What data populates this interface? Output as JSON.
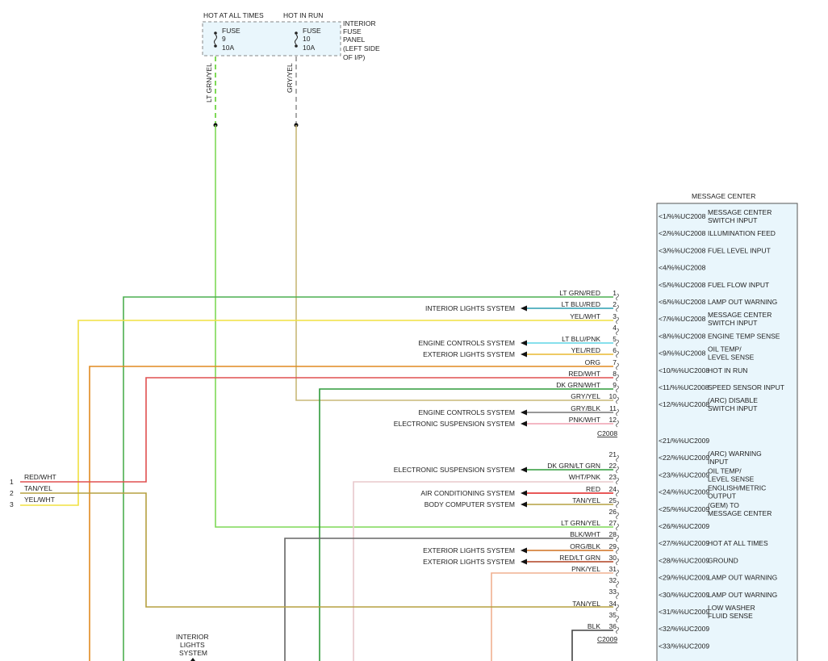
{
  "fuse_panel": {
    "hot_at_all_times": "HOT AT ALL TIMES",
    "hot_in_run": "HOT IN RUN",
    "fuse9": [
      "FUSE",
      "9",
      "10A"
    ],
    "fuse10": [
      "FUSE",
      "10",
      "10A"
    ],
    "panel_desc": [
      "INTERIOR",
      "FUSE",
      "PANEL",
      "(LEFT SIDE",
      "OF I/P)"
    ],
    "wire_left": "LT GRN/YEL",
    "wire_right": "GRY/YEL"
  },
  "message_center": {
    "title": "MESSAGE CENTER",
    "pins": [
      {
        "pin": "<1/%%UC2008",
        "desc": [
          "MESSAGE CENTER",
          "SWITCH INPUT"
        ]
      },
      {
        "pin": "<2/%%UC2008",
        "desc": [
          "ILLUMINATION FEED"
        ]
      },
      {
        "pin": "<3/%%UC2008",
        "desc": [
          "FUEL LEVEL INPUT"
        ]
      },
      {
        "pin": "<4/%%UC2008",
        "desc": []
      },
      {
        "pin": "<5/%%UC2008",
        "desc": [
          "FUEL FLOW INPUT"
        ]
      },
      {
        "pin": "<6/%%UC2008",
        "desc": [
          "LAMP OUT WARNING"
        ]
      },
      {
        "pin": "<7/%%UC2008",
        "desc": [
          "MESSAGE CENTER",
          "SWITCH INPUT"
        ]
      },
      {
        "pin": "<8/%%UC2008",
        "desc": [
          "ENGINE TEMP SENSE"
        ]
      },
      {
        "pin": "<9/%%UC2008",
        "desc": [
          "OIL TEMP/",
          "LEVEL SENSE"
        ]
      },
      {
        "pin": "<10/%%UC2008",
        "desc": [
          "HOT IN RUN"
        ]
      },
      {
        "pin": "<11/%%UC2008",
        "desc": [
          "SPEED SENSOR INPUT"
        ]
      },
      {
        "pin": "<12/%%UC2008",
        "desc": [
          "(ARC) DISABLE",
          "SWITCH INPUT"
        ]
      },
      {
        "pin": "<21/%%UC2009",
        "desc": []
      },
      {
        "pin": "<22/%%UC2009",
        "desc": [
          "(ARC) WARNING",
          "INPUT"
        ]
      },
      {
        "pin": "<23/%%UC2009",
        "desc": [
          "OIL TEMP/",
          "LEVEL SENSE"
        ]
      },
      {
        "pin": "<24/%%UC2009",
        "desc": [
          "ENGLISH/METRIC",
          "OUTPUT"
        ]
      },
      {
        "pin": "<25/%%UC2009",
        "desc": [
          "(GEM) TO",
          "MESSAGE CENTER"
        ]
      },
      {
        "pin": "<26/%%UC2009",
        "desc": []
      },
      {
        "pin": "<27/%%UC2009",
        "desc": [
          "HOT AT ALL TIMES"
        ]
      },
      {
        "pin": "<28/%%UC2009",
        "desc": [
          "GROUND"
        ]
      },
      {
        "pin": "<29/%%UC2009",
        "desc": [
          "LAMP OUT WARNING"
        ]
      },
      {
        "pin": "<30/%%UC2009",
        "desc": [
          "LAMP OUT WARNING"
        ]
      },
      {
        "pin": "<31/%%UC2009",
        "desc": [
          "LOW WASHER",
          "FLUID SENSE"
        ]
      },
      {
        "pin": "<32/%%UC2009",
        "desc": []
      },
      {
        "pin": "<33/%%UC2009",
        "desc": []
      }
    ]
  },
  "wires": [
    {
      "num": "1",
      "color": "LT GRN/RED",
      "dest": "",
      "stroke": "#4caf50"
    },
    {
      "num": "2",
      "color": "LT BLU/RED",
      "dest": "INTERIOR LIGHTS SYSTEM",
      "stroke": "#2a9db0"
    },
    {
      "num": "3",
      "color": "YEL/WHT",
      "dest": "",
      "stroke": "#f0e040"
    },
    {
      "num": "4",
      "color": "",
      "dest": "",
      "stroke": ""
    },
    {
      "num": "5",
      "color": "LT BLU/PNK",
      "dest": "ENGINE CONTROLS SYSTEM",
      "stroke": "#5fd6e6"
    },
    {
      "num": "6",
      "color": "YEL/RED",
      "dest": "EXTERIOR LIGHTS SYSTEM",
      "stroke": "#e8b830"
    },
    {
      "num": "7",
      "color": "ORG",
      "dest": "",
      "stroke": "#e08a20"
    },
    {
      "num": "8",
      "color": "RED/WHT",
      "dest": "",
      "stroke": "#e05050"
    },
    {
      "num": "9",
      "color": "DK GRN/WHT",
      "dest": "",
      "stroke": "#2e9b3a"
    },
    {
      "num": "10",
      "color": "GRY/YEL",
      "dest": "",
      "stroke": "#c8b878"
    },
    {
      "num": "11",
      "color": "GRY/BLK",
      "dest": "ENGINE CONTROLS SYSTEM",
      "stroke": "#777777"
    },
    {
      "num": "12",
      "color": "PNK/WHT",
      "dest": "ELECTRONIC SUSPENSION SYSTEM",
      "stroke": "#f0a0b0"
    },
    {
      "num": "21",
      "color": "",
      "dest": "",
      "stroke": ""
    },
    {
      "num": "22",
      "color": "DK GRN/LT GRN",
      "dest": "ELECTRONIC SUSPENSION SYSTEM",
      "stroke": "#2e9b3a"
    },
    {
      "num": "23",
      "color": "WHT/PNK",
      "dest": "",
      "stroke": "#e8c8cc"
    },
    {
      "num": "24",
      "color": "RED",
      "dest": "AIR CONDITIONING SYSTEM",
      "stroke": "#e02020"
    },
    {
      "num": "25",
      "color": "TAN/YEL",
      "dest": "BODY COMPUTER SYSTEM",
      "stroke": "#b5a040"
    },
    {
      "num": "26",
      "color": "",
      "dest": "",
      "stroke": ""
    },
    {
      "num": "27",
      "color": "LT GRN/YEL",
      "dest": "",
      "stroke": "#7ed957"
    },
    {
      "num": "28",
      "color": "BLK/WHT",
      "dest": "",
      "stroke": "#666666"
    },
    {
      "num": "29",
      "color": "ORG/BLK",
      "dest": "EXTERIOR LIGHTS SYSTEM",
      "stroke": "#d07020"
    },
    {
      "num": "30",
      "color": "RED/LT GRN",
      "dest": "EXTERIOR LIGHTS SYSTEM",
      "stroke": "#b04020"
    },
    {
      "num": "31",
      "color": "PNK/YEL",
      "dest": "",
      "stroke": "#f0b090"
    },
    {
      "num": "32",
      "color": "",
      "dest": "",
      "stroke": ""
    },
    {
      "num": "33",
      "color": "",
      "dest": "",
      "stroke": ""
    },
    {
      "num": "34",
      "color": "TAN/YEL",
      "dest": "",
      "stroke": "#b5a040"
    },
    {
      "num": "35",
      "color": "",
      "dest": "",
      "stroke": ""
    },
    {
      "num": "36",
      "color": "BLK",
      "dest": "",
      "stroke": "#444444"
    }
  ],
  "connectors": {
    "c2008": "C2008",
    "c2009": "C2009"
  },
  "left_terminals": [
    {
      "num": "1",
      "color": "RED/WHT",
      "stroke": "#e05050"
    },
    {
      "num": "2",
      "color": "TAN/YEL",
      "stroke": "#b5a040"
    },
    {
      "num": "3",
      "color": "YEL/WHT",
      "stroke": "#f0e040"
    }
  ],
  "interior_lights_bottom": [
    "INTERIOR",
    "LIGHTS",
    "SYSTEM"
  ]
}
